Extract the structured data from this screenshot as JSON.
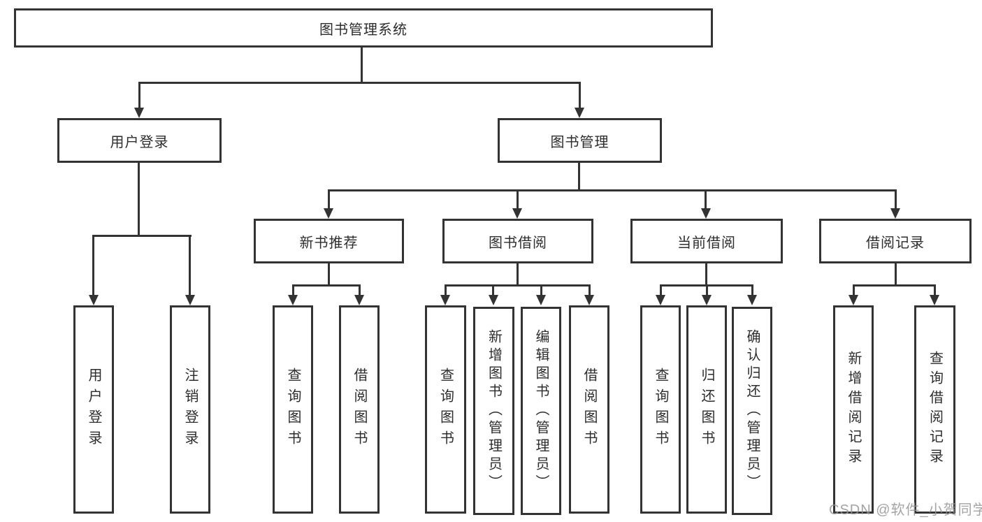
{
  "diagram": {
    "title": "图书管理系统",
    "root": {
      "label": "图书管理系统"
    },
    "branches": [
      {
        "label": "用户登录",
        "children": [
          {
            "label": "用户登录"
          },
          {
            "label": "注销登录"
          }
        ]
      },
      {
        "label": "图书管理",
        "children": [
          {
            "label": "新书推荐",
            "children": [
              {
                "label": "查询图书"
              },
              {
                "label": "借阅图书"
              }
            ]
          },
          {
            "label": "图书借阅",
            "children": [
              {
                "label": "查询图书"
              },
              {
                "label": "新增图书（管理员）"
              },
              {
                "label": "编辑图书（管理员）"
              },
              {
                "label": "借阅图书"
              }
            ]
          },
          {
            "label": "当前借阅",
            "children": [
              {
                "label": "查询图书"
              },
              {
                "label": "归还图书"
              },
              {
                "label": "确认归还（管理员）"
              }
            ]
          },
          {
            "label": "借阅记录",
            "children": [
              {
                "label": "新增借阅记录"
              },
              {
                "label": "查询借阅记录"
              }
            ]
          }
        ]
      }
    ]
  },
  "watermark": {
    "text": "CSDN @软件_小贺同学"
  },
  "colors": {
    "line": "#333333",
    "text": "#2d2d2d",
    "watermark": "#949494",
    "background": "#ffffff"
  }
}
